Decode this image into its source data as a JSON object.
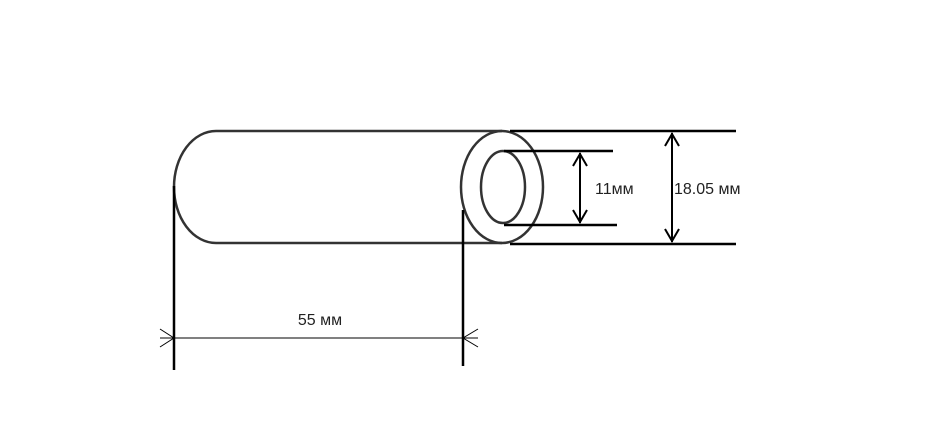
{
  "diagram": {
    "length_label": "55 мм",
    "inner_diameter_label": "11мм",
    "outer_diameter_label": "18.05 мм",
    "line_color": "#000000",
    "body_color": "#333333"
  }
}
